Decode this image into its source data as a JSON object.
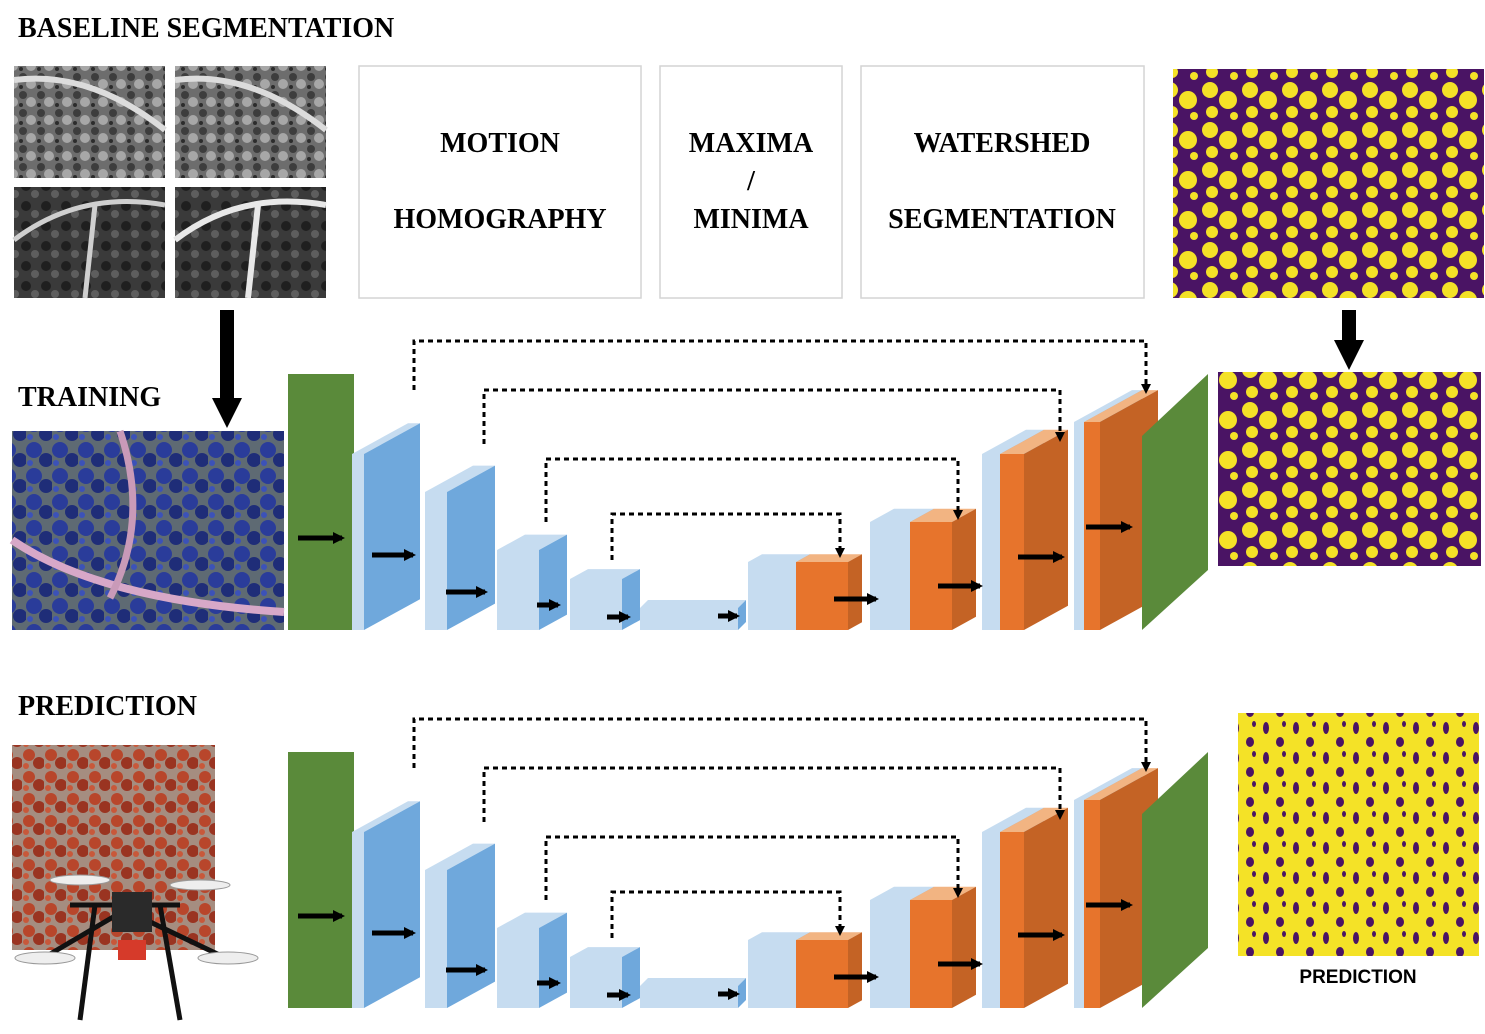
{
  "sections": {
    "baseline_title": "BASELINE SEGMENTATION",
    "training_title": "TRAINING",
    "prediction_title": "PREDICTION"
  },
  "steps": [
    {
      "lines": [
        "MOTION",
        "",
        "HOMOGRAPHY"
      ]
    },
    {
      "lines": [
        "MAXIMA",
        "/",
        "MINIMA"
      ]
    },
    {
      "lines": [
        "WATERSHED",
        "",
        "SEGMENTATION"
      ]
    }
  ],
  "prediction_output_label": "PREDICTION",
  "colors": {
    "input_layer": "#5a8a3a",
    "encoder_front": "#6fa8dc",
    "encoder_light": "#c6dcf0",
    "decoder_front": "#e7742c",
    "decoder_light": "#f2b482",
    "mask_background": "#4a1464",
    "mask_foreground": "#f4e227",
    "training_image_tint": "#2b3f9e",
    "prediction_image_tint": "#b5462e",
    "arrow": "#000000"
  },
  "icons": {
    "training_image": "aerial-rgb-image-icon",
    "prediction_image": "aerial-image-with-drone-icon",
    "grayscale_tiles": "grayscale-aerial-tiles-icon",
    "masks": "segmentation-mask-icon"
  }
}
